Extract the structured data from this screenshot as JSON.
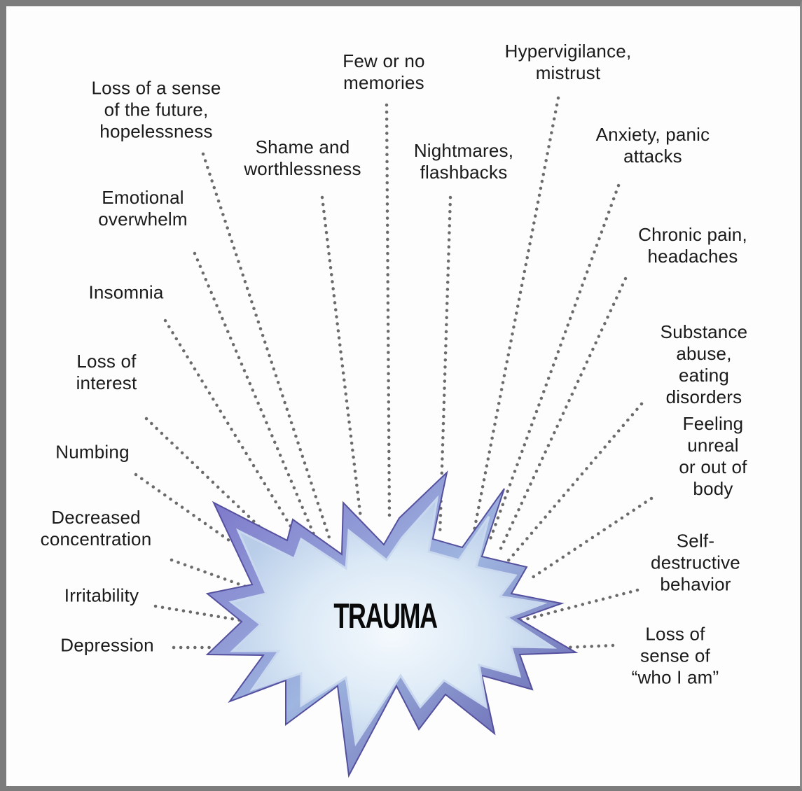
{
  "center": {
    "label": "TRAUMA"
  },
  "symptoms": [
    {
      "id": "loss-of-future",
      "text": "Loss of a sense\nof the future,\nhopelessness"
    },
    {
      "id": "shame",
      "text": "Shame and\nworthlessness"
    },
    {
      "id": "few-memories",
      "text": "Few or no\nmemories"
    },
    {
      "id": "nightmares",
      "text": "Nightmares,\nflashbacks"
    },
    {
      "id": "hypervigilance",
      "text": "Hypervigilance,\nmistrust"
    },
    {
      "id": "anxiety",
      "text": "Anxiety, panic\nattacks"
    },
    {
      "id": "chronic-pain",
      "text": "Chronic pain,\nheadaches"
    },
    {
      "id": "substance-abuse",
      "text": "Substance abuse,\neating disorders"
    },
    {
      "id": "feeling-unreal",
      "text": "Feeling unreal\nor out of body"
    },
    {
      "id": "self-destructive",
      "text": "Self-\ndestructive\nbehavior"
    },
    {
      "id": "loss-of-self",
      "text": "Loss of\nsense of\n“who I am”"
    },
    {
      "id": "emotional-overwhelm",
      "text": "Emotional\noverwhelm"
    },
    {
      "id": "insomnia",
      "text": "Insomnia"
    },
    {
      "id": "loss-of-interest",
      "text": "Loss of\ninterest"
    },
    {
      "id": "numbing",
      "text": "Numbing"
    },
    {
      "id": "decreased-concentration",
      "text": "Decreased\nconcentration"
    },
    {
      "id": "irritability",
      "text": "Irritability"
    },
    {
      "id": "depression",
      "text": "Depression"
    }
  ],
  "colors": {
    "dots": "#6b6b6b",
    "star_outer": "#6a63b8",
    "star_mid": "#8ea6d8",
    "star_inner": "#eaf3fb",
    "frame": "#7c7c7c"
  }
}
